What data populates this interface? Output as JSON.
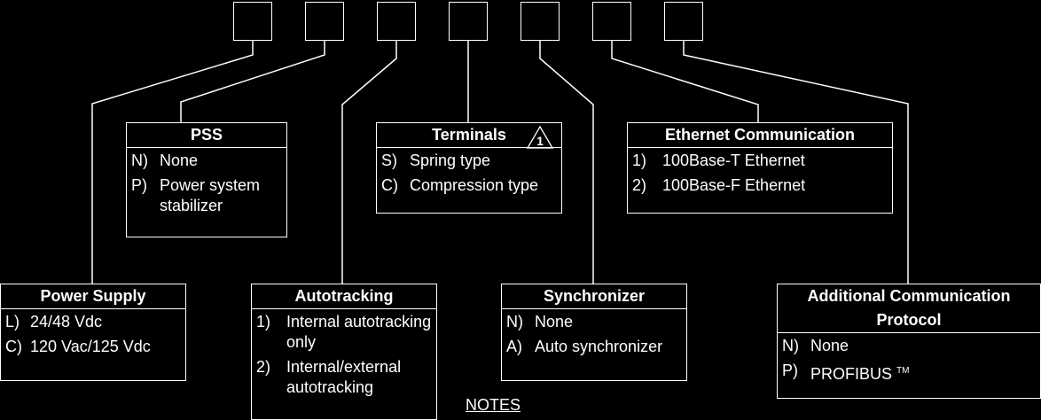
{
  "digit_boxes": 7,
  "boxes": {
    "pss": {
      "title": "PSS",
      "options": [
        {
          "code": "N)",
          "desc": "None"
        },
        {
          "code": "P)",
          "desc": "Power system stabilizer"
        }
      ]
    },
    "terminals": {
      "title": "Terminals",
      "note_marker": "1",
      "options": [
        {
          "code": "S)",
          "desc": "Spring type"
        },
        {
          "code": "C)",
          "desc": "Compression type"
        }
      ]
    },
    "ethernet": {
      "title": "Ethernet Communication",
      "options": [
        {
          "code": "1)",
          "desc": "100Base-T Ethernet"
        },
        {
          "code": "2)",
          "desc": "100Base-F Ethernet"
        }
      ]
    },
    "power": {
      "title": "Power Supply",
      "options": [
        {
          "code": "L)",
          "desc": "24/48 Vdc"
        },
        {
          "code": "C)",
          "desc": "120 Vac/125 Vdc"
        }
      ]
    },
    "autotracking": {
      "title": "Autotracking",
      "options": [
        {
          "code": "1)",
          "desc": "Internal autotracking only"
        },
        {
          "code": "2)",
          "desc": "Internal/external autotracking"
        }
      ]
    },
    "synchronizer": {
      "title": "Synchronizer",
      "options": [
        {
          "code": "N)",
          "desc": "None"
        },
        {
          "code": "A)",
          "desc": "Auto synchronizer"
        }
      ]
    },
    "additional": {
      "title": "Additional Communication Protocol",
      "options": [
        {
          "code": "N)",
          "desc": "None"
        },
        {
          "code": "P)",
          "desc": "PROFIBUS",
          "superscript": "TM"
        }
      ]
    }
  },
  "notes_label": "NOTES"
}
